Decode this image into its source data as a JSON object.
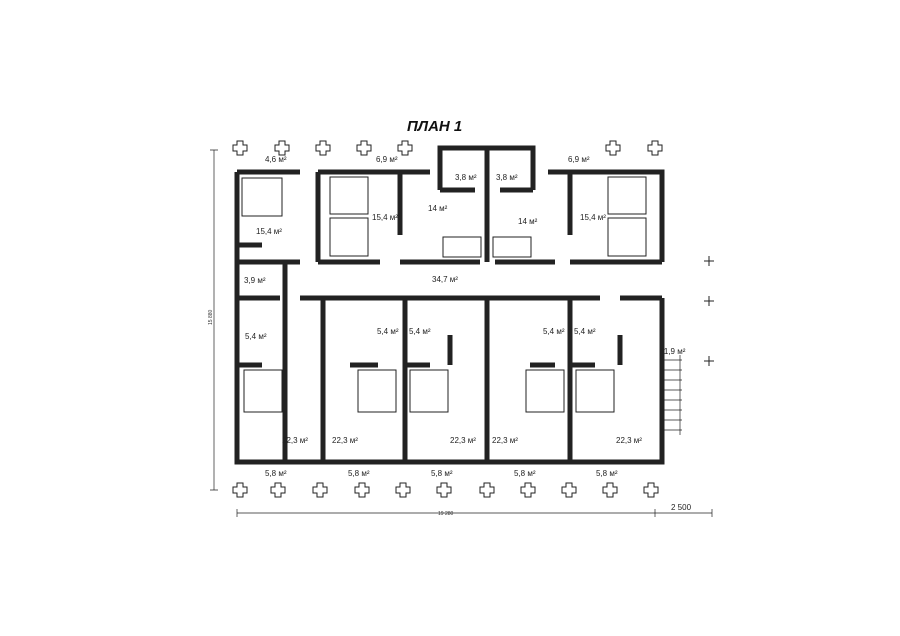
{
  "title": "ПЛАН 1",
  "dimensions": {
    "width": "19 280",
    "porch": "2 500",
    "height": "15 880"
  },
  "rooms": {
    "porch_top_left": "4,6 м²",
    "porch_top_mid": "6,9 м²",
    "porch_top_right": "6,9 м²",
    "bedroom_left": "15,4 м²",
    "bedroom_mid_left": "15,4 м²",
    "bedroom_mid_right": "15,4 м²",
    "bath_top_1": "3,8 м²",
    "bath_top_2": "3,8 м²",
    "room_14_left": "14 м²",
    "room_14_right": "14 м²",
    "bath_left": "3,9 м²",
    "corridor": "34,7 м²",
    "bath_lower": [
      "5,4 м²",
      "5,4 м²",
      "5,4 м²",
      "5,4 м²",
      "5,4 м²"
    ],
    "bedroom_lower": [
      "22,3 м²",
      "22,3 м²",
      "22,3 м²",
      "22,3 м²",
      "22,3 м²"
    ],
    "porch_lower": [
      "5,8 м²",
      "5,8 м²",
      "5,8 м²",
      "5,8 м²",
      "5,8 м²"
    ],
    "porch_right": "11,9 м²"
  }
}
